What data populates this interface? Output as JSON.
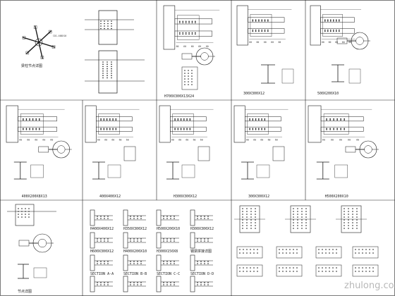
{
  "drawing_sheet": {
    "panel_captions": [
      "梁柱节点详图",
      "H700X300X13X24",
      "300X300X12",
      "500X200X10",
      "400X200X8X13",
      "400X400X12",
      "H300X300X12",
      "300X300X12",
      "H500X200X10",
      "节点详图",
      "H400X400X12",
      "H350X300X12",
      "H500X200X10",
      "H300X300X12",
      "H600X300X12",
      "H400X200X10",
      "H300X150X8",
      "钢梁拼接详图",
      "SECTION A-A",
      "SECTION B-B",
      "SECTION C-C",
      "SECTION D-D"
    ],
    "callout_text": "CO1-400X10",
    "watermark": "zhulong.com",
    "colors": {
      "line": "#1a1a1a",
      "paper": "#ffffff",
      "watermark": "#b8b8b8"
    }
  }
}
